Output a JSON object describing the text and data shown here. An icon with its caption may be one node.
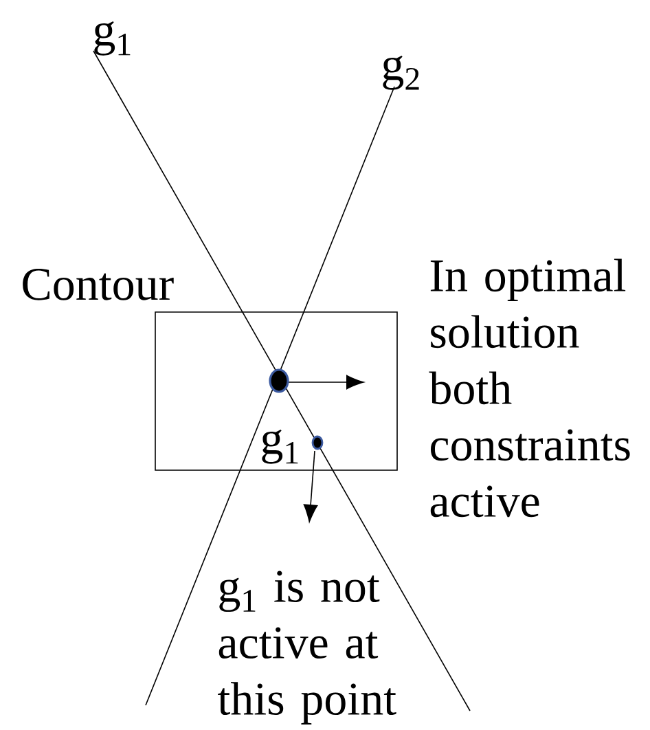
{
  "diagram": {
    "nodes": [
      {
        "text": [
          "Contour"
        ]
      }
    ],
    "labels": [
      "g$_{1}$",
      "g$_{2}$",
      "In optimal solution both constraints active",
      "g$_{1}$",
      "g$_{1}$ is not active at this point"
    ]
  }
}
